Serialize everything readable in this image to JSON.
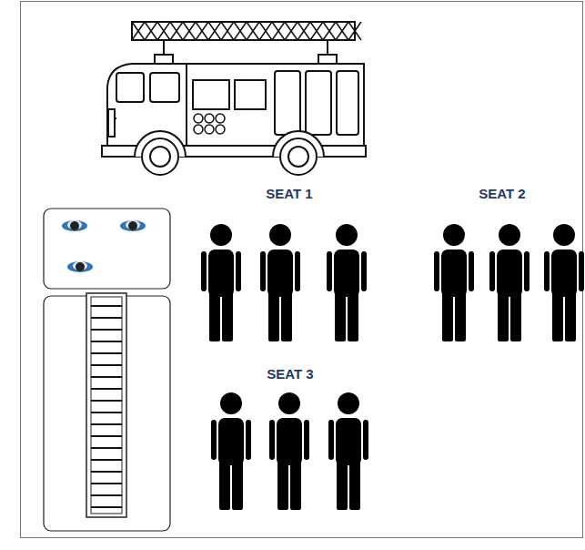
{
  "diagram": {
    "labels": [
      "SEAT 1",
      "SEAT 2",
      "SEAT 3"
    ]
  }
}
